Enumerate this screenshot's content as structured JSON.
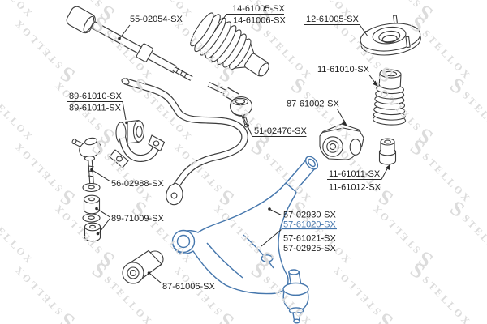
{
  "watermark": {
    "text": "STELLOX",
    "logo_glyph": "S"
  },
  "colors": {
    "background": "#ffffff",
    "line_art": "#3b3b3b",
    "label_text": "#1c1c1c",
    "highlight_blue": "#4677ad",
    "watermark_gray": "#dcdcdc"
  },
  "highlighted_part": "57-61020-SX",
  "parts": {
    "inner_tie_rod": "55-02054-SX",
    "steering_boot_a": "14-61005-SX",
    "steering_boot_b": "14-61006-SX",
    "strut_mount": "12-61005-SX",
    "strut_dust_boot": "11-61010-SX",
    "stab_bushing_a": "89-61010-SX",
    "stab_bushing_b": "89-61011-SX",
    "arm_rear_bushing": "87-61002-SX",
    "tie_rod_end": "51-02476-SX",
    "stab_link": "56-02988-SX",
    "link_bushing_kit": "89-71009-SX",
    "shock_bushing_a": "11-61011-SX",
    "shock_bushing_b": "11-61012-SX",
    "control_arm_a": "57-02930-SX",
    "control_arm_b": "57-61020-SX",
    "control_arm_c": "57-61021-SX",
    "control_arm_d": "57-02925-SX",
    "arm_front_bushing": "87-61006-SX"
  }
}
